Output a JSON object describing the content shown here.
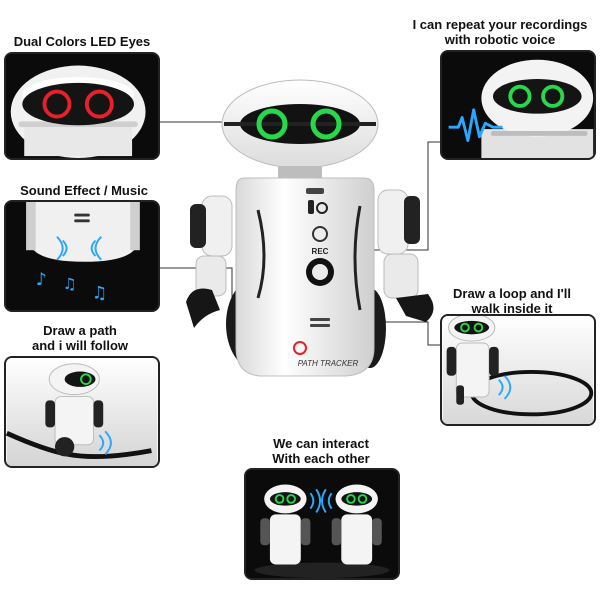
{
  "labels": {
    "led_eyes": "Dual Colors LED Eyes",
    "repeat_line1": "I can repeat your recordings",
    "repeat_line2": "with robotic voice",
    "sound": "Sound Effect / Music",
    "loop_line1": "Draw a loop and I'll",
    "loop_line2": "walk inside it",
    "path_line1": "Draw a path",
    "path_line2": "and i will follow",
    "interact_line1": "We can interact",
    "interact_line2": "With each other"
  },
  "robot": {
    "chest_text": "REC",
    "badge_text": "PATH TRACKER"
  },
  "colors": {
    "eye_red": "#e8202a",
    "eye_green": "#27d84a",
    "wave_blue": "#2aa8ff",
    "panel_bg": "#0b0b0b"
  }
}
